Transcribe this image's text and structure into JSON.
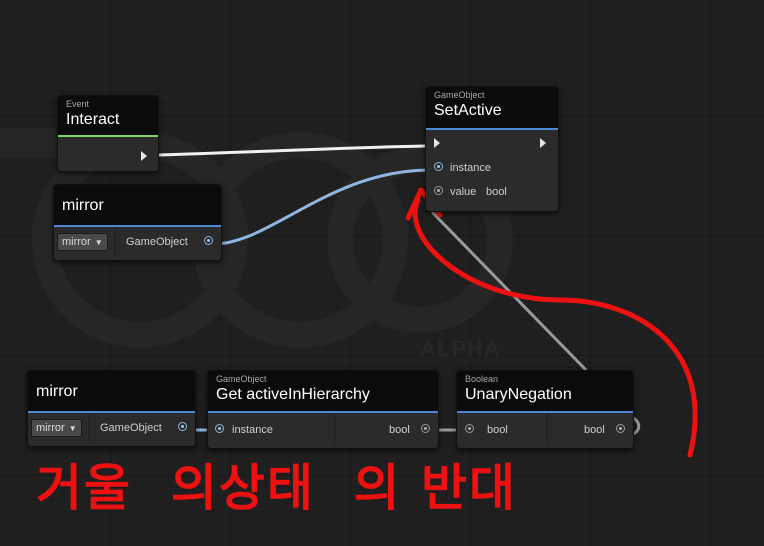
{
  "colors": {
    "background": "#202020",
    "node_header": "#0b0b0b",
    "node_body": "#2b2b2b",
    "accent_blue": "#4c8ad6",
    "accent_green": "#7ed26a",
    "annotation_red": "#ee1111"
  },
  "watermark": {
    "text": "ALPHA"
  },
  "nodes": {
    "interact": {
      "kind": "Event",
      "title": "Interact"
    },
    "setactive": {
      "kind": "GameObject",
      "title": "SetActive",
      "instance_label": "instance",
      "value_label": "value",
      "value_type": "bool"
    },
    "mirror_top": {
      "title": "mirror",
      "dropdown": "mirror",
      "output_label": "GameObject"
    },
    "mirror_bottom": {
      "title": "mirror",
      "dropdown": "mirror",
      "output_label": "GameObject"
    },
    "get_active": {
      "kind": "GameObject",
      "title": "Get activeInHierarchy",
      "input_label": "instance",
      "output_label": "bool"
    },
    "unary": {
      "kind": "Boolean",
      "title": "UnaryNegation",
      "input_label": "bool",
      "output_label": "bool"
    }
  },
  "annotation": {
    "text": "거울  의상태  의 반대"
  }
}
